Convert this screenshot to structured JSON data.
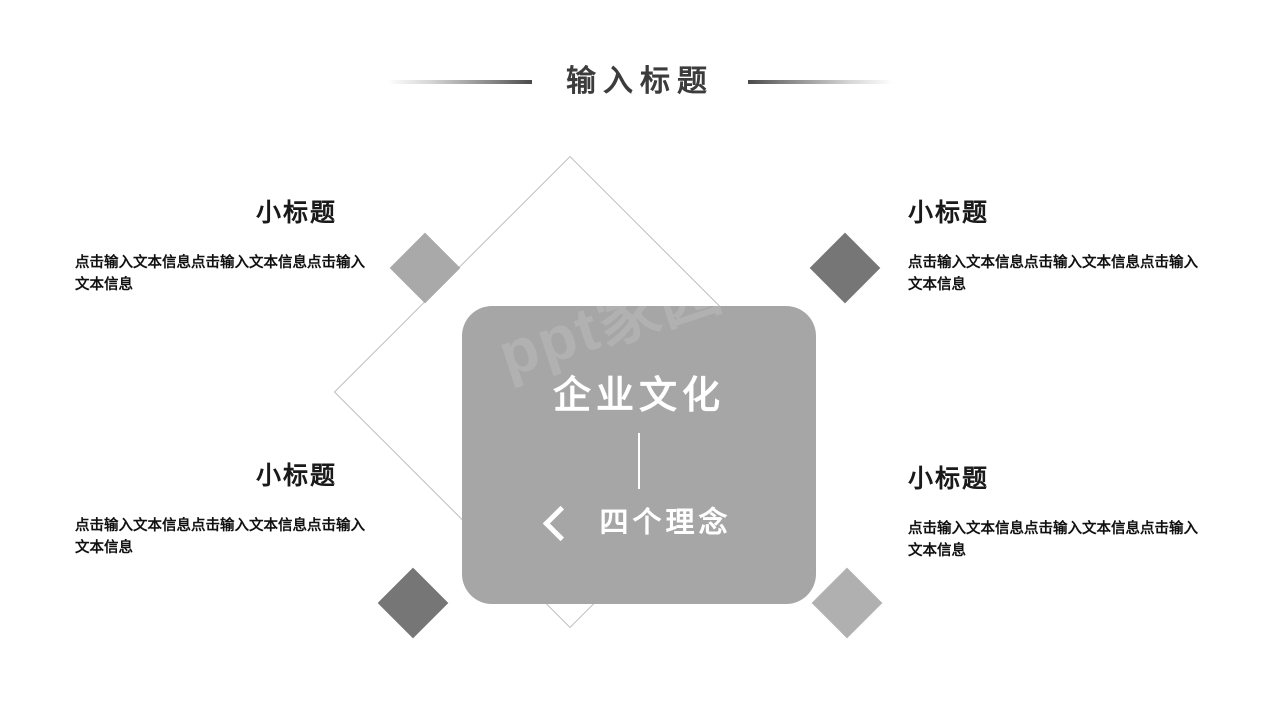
{
  "slide": {
    "title": "输入标题",
    "background_color": "#ffffff"
  },
  "center_card": {
    "title": "企业文化",
    "subtitle": "四个理念",
    "chevron_icon": "chevron-left-icon",
    "watermark_text": "ppt家园",
    "background_color": "#a6a6a6",
    "text_color": "#ffffff"
  },
  "diamonds": [
    {
      "position": "top-left",
      "color": "#a9a9a9"
    },
    {
      "position": "top-right",
      "color": "#767676"
    },
    {
      "position": "bottom-left",
      "color": "#767676"
    },
    {
      "position": "bottom-right",
      "color": "#b0b0b0"
    }
  ],
  "outline_diamond": {
    "stroke_color": "#bdbdbd"
  },
  "blocks": [
    {
      "id": "top-left",
      "title": "小标题",
      "body": "点击输入文本信息点击输入文本信息点击输入文本信息"
    },
    {
      "id": "top-right",
      "title": "小标题",
      "body": "点击输入文本信息点击输入文本信息点击输入文本信息"
    },
    {
      "id": "bottom-left",
      "title": "小标题",
      "body": "点击输入文本信息点击输入文本信息点击输入文本信息"
    },
    {
      "id": "bottom-right",
      "title": "小标题",
      "body": "点击输入文本信息点击输入文本信息点击输入文本信息"
    }
  ]
}
